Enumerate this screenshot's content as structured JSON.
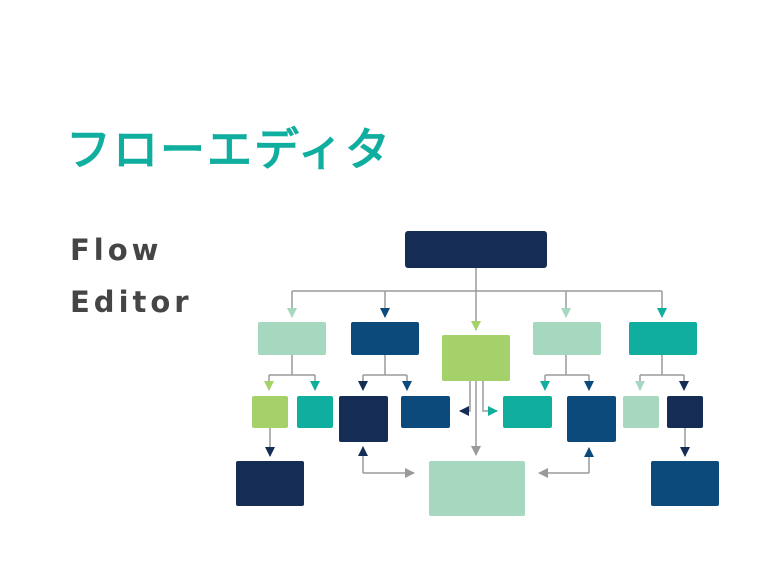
{
  "page": {
    "title_jp": "フローエディタ",
    "title_en_line1": "Flow",
    "title_en_line2": "Editor"
  },
  "colors": {
    "navy": "#152c54",
    "blue": "#0c4a7c",
    "teal": "#0fae9e",
    "mint": "#a6d8bf",
    "lime": "#a5d16b",
    "line": "#9a9a9a",
    "title": "#0fae9e",
    "text": "#454545"
  }
}
